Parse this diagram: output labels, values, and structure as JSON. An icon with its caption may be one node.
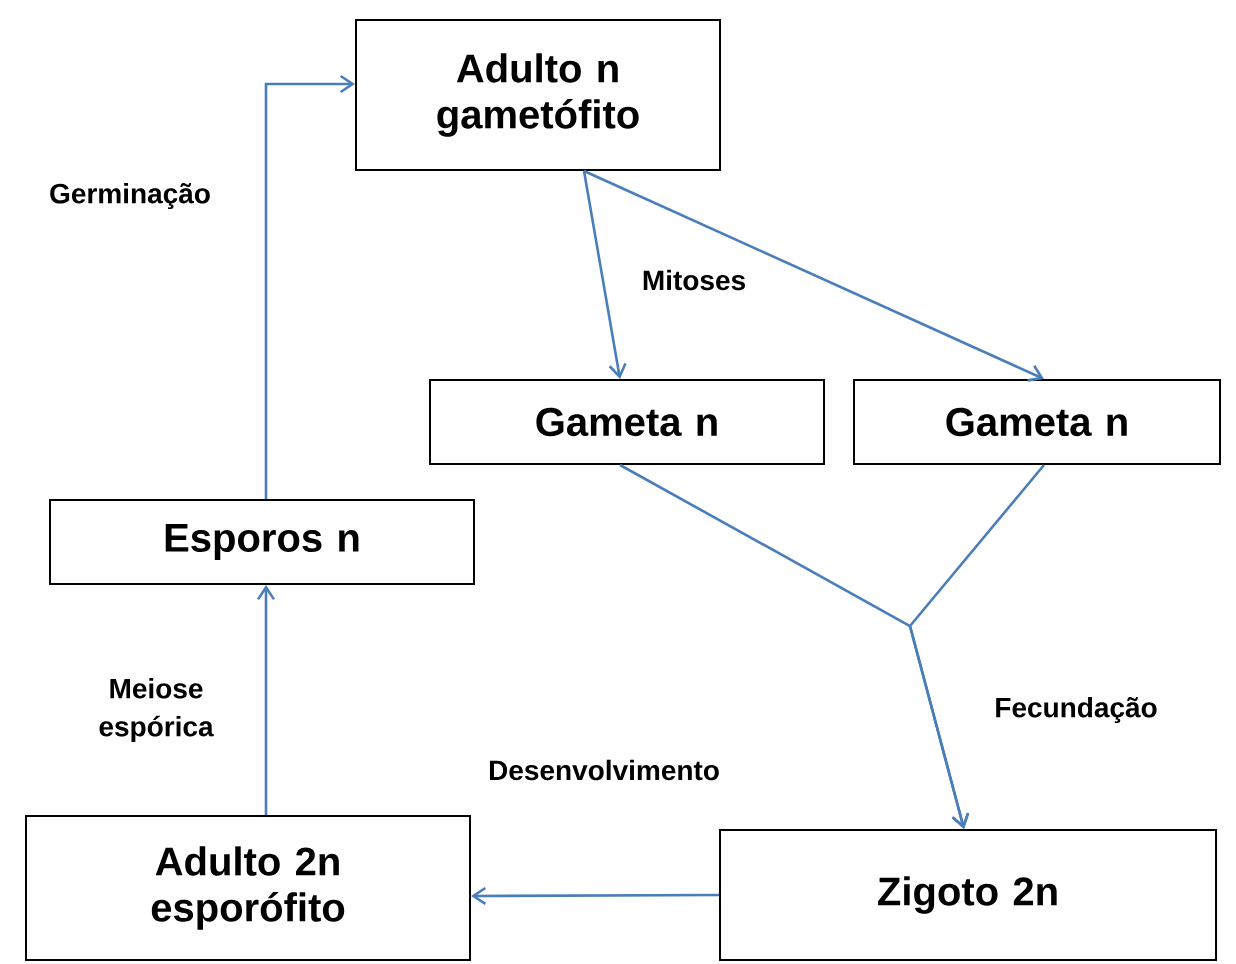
{
  "diagram": {
    "nodes": [
      {
        "text": [
          "Adulto n gametófito"
        ]
      },
      {
        "text": [
          "Gameta n"
        ]
      },
      {
        "text": [
          "Gameta n"
        ]
      },
      {
        "text": [
          "Zigoto 2n"
        ]
      },
      {
        "text": [
          "Adulto 2n esporófito"
        ]
      },
      {
        "text": [
          "Esporos n"
        ]
      }
    ],
    "edges": [
      {
        "from": 0,
        "to": 1,
        "arrow": "to",
        "label": "Mitoses"
      },
      {
        "from": 0,
        "to": 2,
        "arrow": "to"
      },
      {
        "from": 1,
        "to": 3,
        "arrow": "to",
        "label": "Fecundação"
      },
      {
        "from": 2,
        "to": 3,
        "arrow": "to"
      },
      {
        "from": 3,
        "to": 4,
        "arrow": "to",
        "label": "Desenvolvimento"
      },
      {
        "from": 4,
        "to": 5,
        "arrow": "to",
        "label": "Meiose espórica"
      },
      {
        "from": 5,
        "to": 0,
        "arrow": "to",
        "label": "Germinação"
      }
    ]
  }
}
